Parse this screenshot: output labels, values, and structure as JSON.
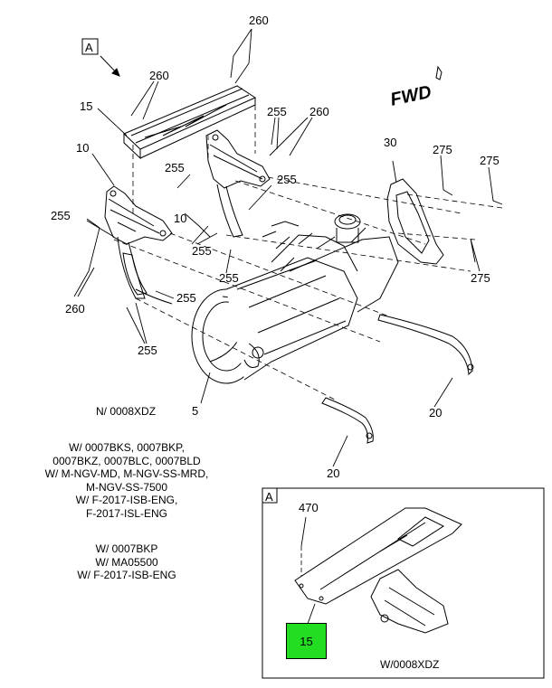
{
  "view_label": "A",
  "direction_label": "FWD",
  "callouts": {
    "c260_top": "260",
    "c260_mid": "260",
    "c260_right": "260",
    "c260_left": "260",
    "c15": "15",
    "c10_upper": "10",
    "c10_lower": "10",
    "c255_a": "255",
    "c255_b": "255",
    "c255_c": "255",
    "c255_d": "255",
    "c255_e": "255",
    "c255_f": "255",
    "c255_g": "255",
    "c255_h": "255",
    "c30": "30",
    "c275_a": "275",
    "c275_b": "275",
    "c275_c": "275",
    "c5": "5",
    "c20_a": "20",
    "c20_b": "20"
  },
  "note_main": "N/ 0008XDZ",
  "note_block1": [
    "W/ 0007BKS, 0007BKP,",
    "0007BKZ, 0007BLC, 0007BLD",
    "W/ M-NGV-MD, M-NGV-SS-MRD,",
    "M-NGV-SS-7500",
    "W/ F-2017-ISB-ENG,",
    "F-2017-ISL-ENG"
  ],
  "note_block2": [
    "W/ 0007BKP",
    "W/ MA05500",
    "W/ F-2017-ISB-ENG"
  ],
  "detail": {
    "label": "A",
    "callout_470": "470",
    "highlight_callout": "15",
    "note": "W/0008XDZ"
  },
  "colors": {
    "highlight": "#22dd22",
    "line": "#000000",
    "background": "#ffffff"
  }
}
